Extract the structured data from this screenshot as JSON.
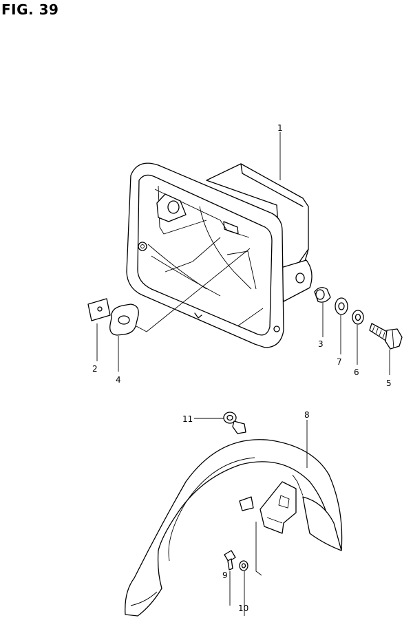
{
  "figure": {
    "title": "FIG. 39"
  },
  "colors": {
    "ink": "#000000",
    "paper": "#ffffff"
  },
  "callouts": [
    "1",
    "2",
    "3",
    "4",
    "5",
    "6",
    "7",
    "8",
    "9",
    "10",
    "11"
  ]
}
